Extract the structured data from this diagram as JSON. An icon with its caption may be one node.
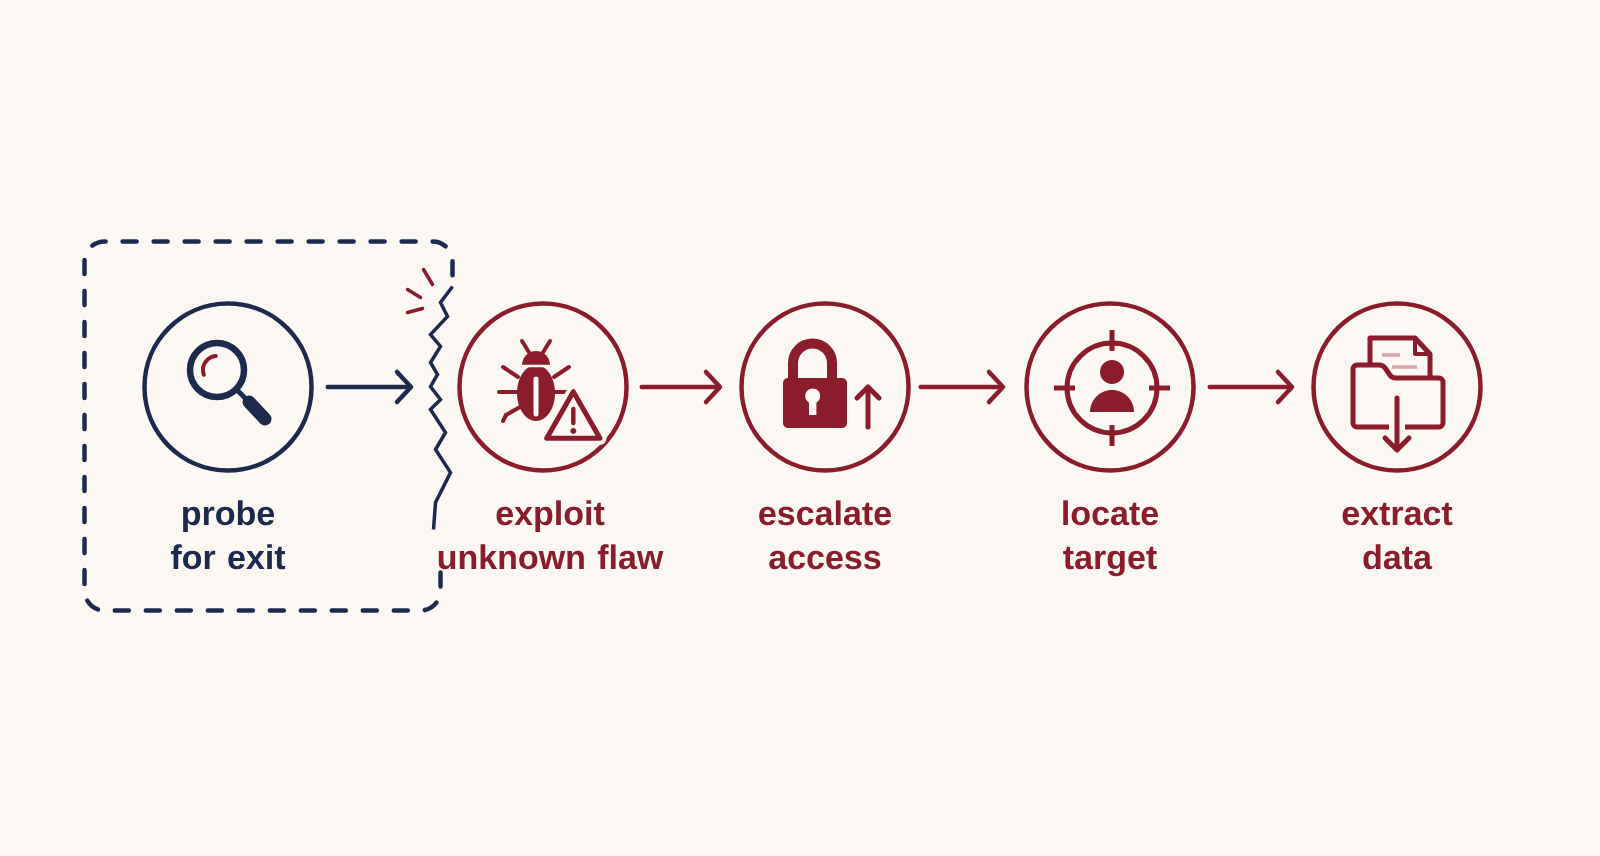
{
  "diagram": {
    "nodes": [
      {
        "text": [],
        "shape": "box"
      },
      {
        "text": [
          "probe for exit"
        ],
        "in": 0
      },
      {
        "text": [
          "exploit unknown flaw"
        ]
      },
      {
        "text": [
          "escalate access"
        ]
      },
      {
        "text": [
          "locate target"
        ]
      },
      {
        "text": [
          "extract data"
        ]
      }
    ],
    "edges": [
      {
        "from": 1,
        "to": 2,
        "arrow": "to",
        "color": "#1d2a4e"
      },
      {
        "from": 2,
        "to": 3,
        "arrow": "to"
      },
      {
        "from": 3,
        "to": 4,
        "arrow": "to"
      },
      {
        "from": 4,
        "to": 5,
        "arrow": "to"
      }
    ]
  }
}
